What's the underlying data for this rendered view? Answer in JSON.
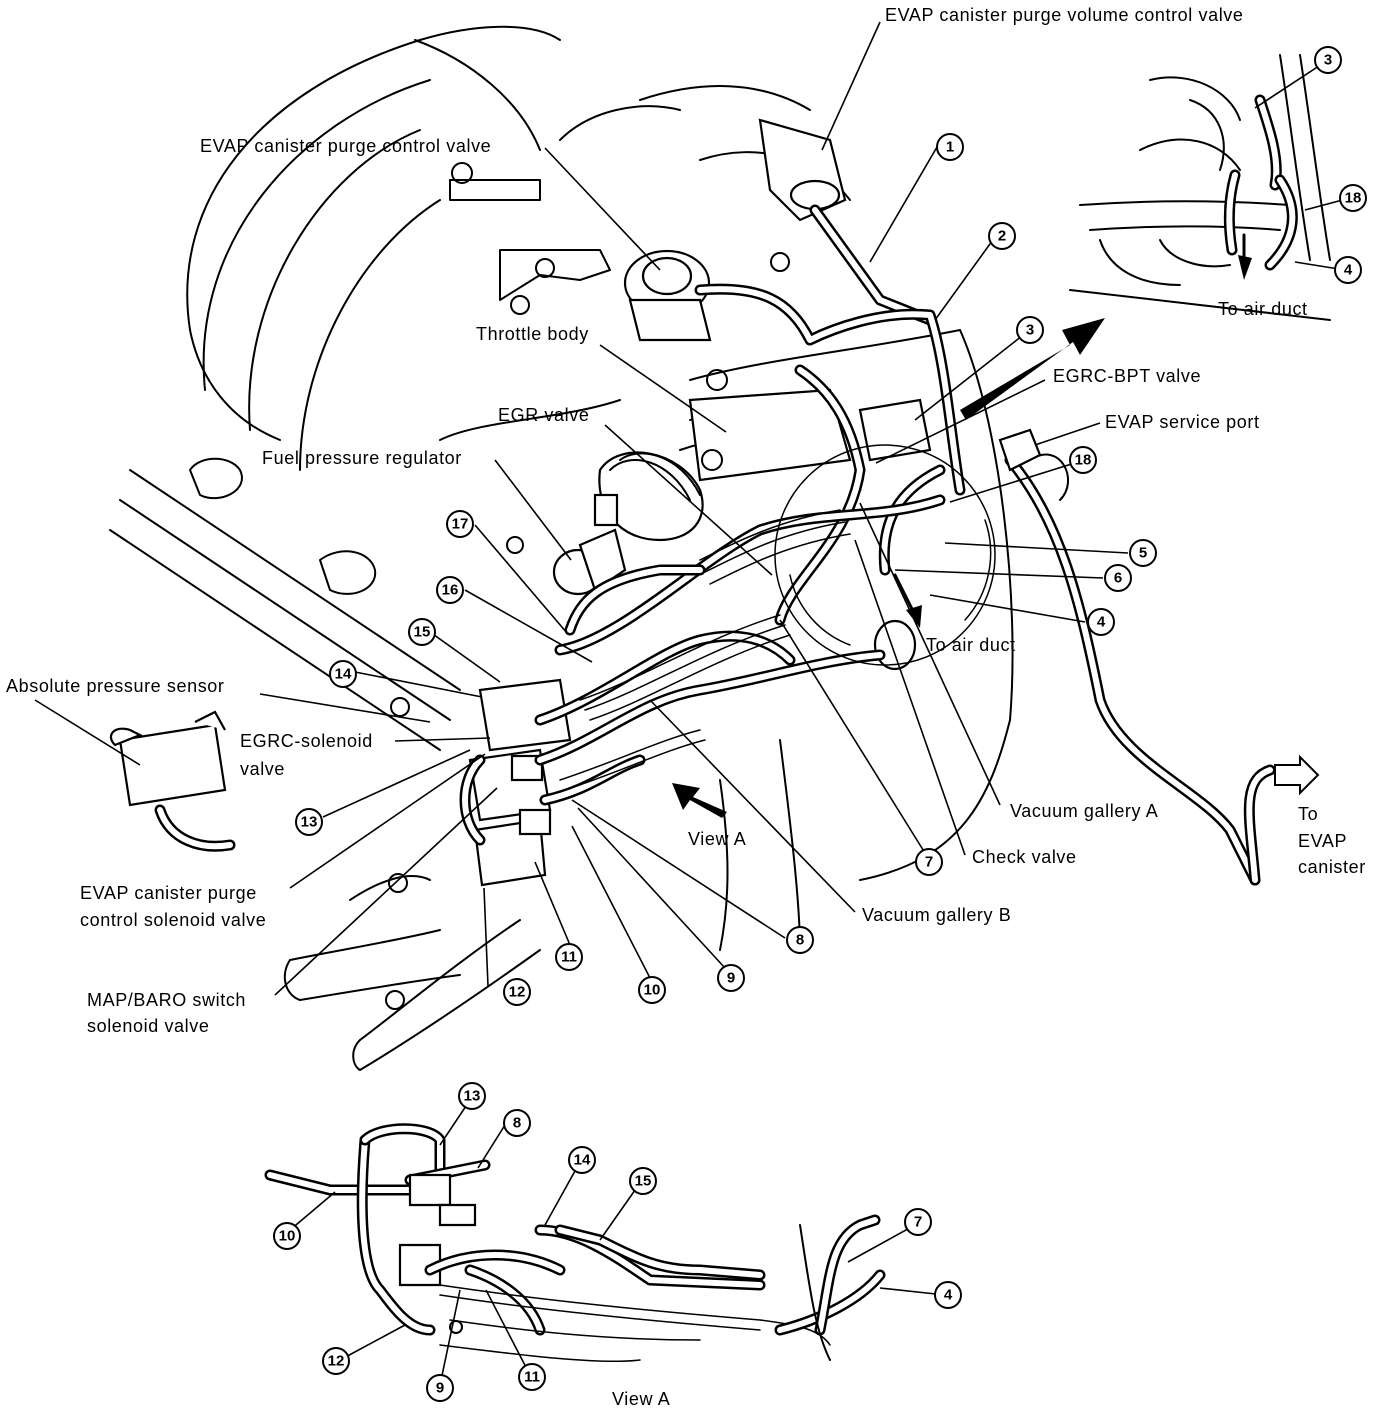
{
  "labels": {
    "purge_volume_valve": "EVAP canister purge volume control valve",
    "purge_control_valve": "EVAP canister purge control valve",
    "throttle_body": "Throttle body",
    "egr_valve": "EGR valve",
    "fuel_pressure_regulator": "Fuel pressure regulator",
    "egrc_bpt_valve": "EGRC-BPT valve",
    "evap_service_port": "EVAP service port",
    "to_air_duct_main": "To air duct",
    "to_air_duct_inset": "To air duct",
    "absolute_pressure_sensor": "Absolute pressure sensor",
    "egrc_solenoid_line1": "EGRC-solenoid",
    "egrc_solenoid_line2": "valve",
    "view_a_arrow": "View A",
    "vacuum_gallery_a": "Vacuum gallery A",
    "check_valve": "Check valve",
    "vacuum_gallery_b": "Vacuum gallery B",
    "purge_control_solenoid_line1": "EVAP canister purge",
    "purge_control_solenoid_line2": "control solenoid valve",
    "map_baro_line1": "MAP/BARO switch",
    "map_baro_line2": "solenoid valve",
    "to_evap_line1": "To",
    "to_evap_line2": "EVAP",
    "to_evap_line3": "canister",
    "view_a_caption": "View A"
  },
  "callouts": {
    "c1": "1",
    "c2": "2",
    "c3_main": "3",
    "c3_inset": "3",
    "c4_main": "4",
    "c4_inset": "4",
    "c4_view": "4",
    "c5": "5",
    "c6": "6",
    "c7_main": "7",
    "c7_view": "7",
    "c8_main": "8",
    "c8_view": "8",
    "c9_main": "9",
    "c9_view": "9",
    "c10_main": "10",
    "c10_view": "10",
    "c11_main": "11",
    "c11_view": "11",
    "c12_main": "12",
    "c12_view": "12",
    "c13_main": "13",
    "c13_view": "13",
    "c14_main": "14",
    "c14_view": "14",
    "c15_main": "15",
    "c15_view": "15",
    "c16": "16",
    "c17": "17",
    "c18_main": "18",
    "c18_inset": "18"
  }
}
